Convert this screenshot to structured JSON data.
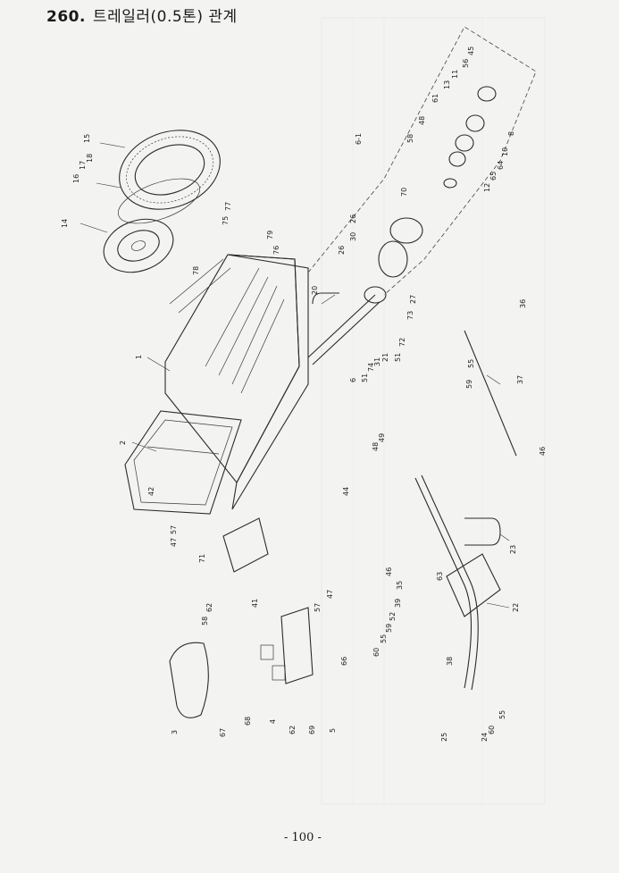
{
  "header": {
    "page_number": "260.",
    "title": "트레일러(0.5톤) 관계"
  },
  "footer": {
    "page_label": "- 100 -"
  },
  "callouts": [
    "1",
    "2",
    "3",
    "4",
    "5",
    "6",
    "6-1",
    "8",
    "10",
    "11",
    "12",
    "13",
    "14",
    "15",
    "16",
    "17",
    "18",
    "20",
    "21",
    "22",
    "23",
    "24",
    "25",
    "26",
    "27",
    "30",
    "31",
    "35",
    "36",
    "37",
    "38",
    "39",
    "41",
    "42",
    "44",
    "45",
    "46",
    "47",
    "48",
    "49",
    "51",
    "52",
    "55",
    "56",
    "57",
    "58",
    "59",
    "60",
    "61",
    "62",
    "63",
    "64",
    "65",
    "66",
    "67",
    "68",
    "69",
    "70",
    "71",
    "72",
    "73",
    "74",
    "75",
    "76",
    "77",
    "78",
    "79"
  ]
}
